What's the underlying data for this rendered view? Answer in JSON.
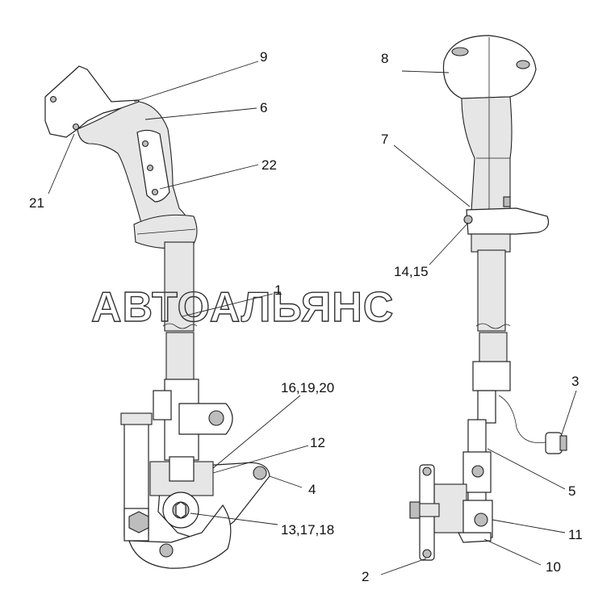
{
  "watermark": "АВТОАЛЬЯНС",
  "labels": {
    "l1": "1",
    "l2": "2",
    "l3": "3",
    "l4": "4",
    "l5": "5",
    "l6": "6",
    "l7": "7",
    "l8": "8",
    "l9": "9",
    "l10": "10",
    "l11": "11",
    "l12": "12",
    "l13": "13,17,18",
    "l14": "14,15",
    "l16": "16,19,20",
    "l21": "21",
    "l22": "22"
  }
}
